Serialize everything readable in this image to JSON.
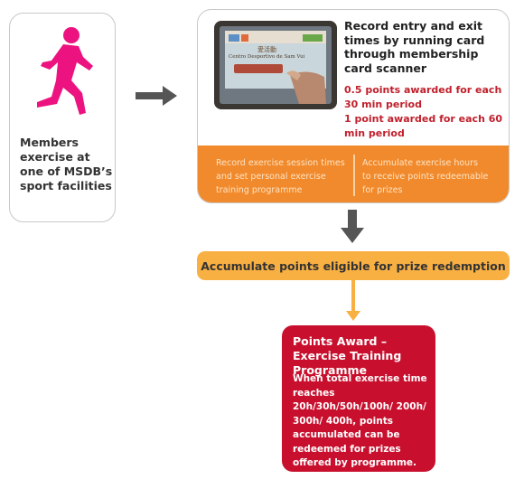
{
  "member": {
    "icon": "runner-icon",
    "icon_color": "#ec1380",
    "text": "Members exercise at one of MSDB’s sport facilities"
  },
  "record": {
    "photo_sign_line1": "愛活動",
    "photo_sign_line2": "Centro Desportivo de Sam Vui",
    "title": "Record entry and exit times by running card through membership card scanner",
    "points_half": "0.5 points awarded for each 30 min period",
    "points_full": "1 point awarded for each 60 min period",
    "band_left": "Record exercise session times and set personal exercise training programme",
    "band_right": "Accumulate exercise hours to receive points redeemable for prizes"
  },
  "pill": {
    "text": "Accumulate points eligible for prize redemption"
  },
  "award": {
    "title": "Points Award – Exercise Training Programme",
    "body": "When total exercise time reaches 20h/30h/50h/100h/ 200h/ 300h/ 400h, points accumulated can be redeemed for prizes offered by programme."
  },
  "colors": {
    "orange": "#f18a2c",
    "amber": "#f9b043",
    "red": "#c8102e",
    "magenta": "#ec1380",
    "arrow_gray": "#555555"
  }
}
